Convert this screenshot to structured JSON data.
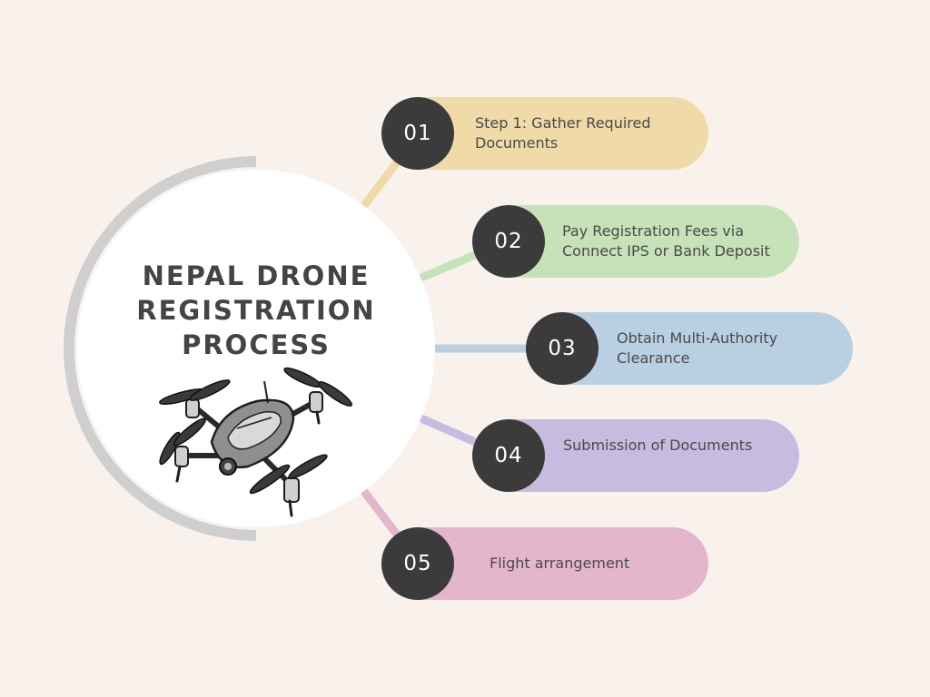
{
  "title_lines": [
    "NEPAL DRONE",
    "REGISTRATION",
    "PROCESS"
  ],
  "colors": {
    "background": "#f9f2ec",
    "badge": "#3c3b3b",
    "arc": "#cfcfcf"
  },
  "steps": [
    {
      "number": "01",
      "text": "Step 1: Gather Required Documents",
      "color": "#efdaa8",
      "line_color": "#efdaa8"
    },
    {
      "number": "02",
      "text": "Pay Registration Fees via Connect IPS or Bank Deposit",
      "color": "#c6e2b9",
      "line_color": "#c6e2b9"
    },
    {
      "number": "03",
      "text": "Obtain Multi-Authority Clearance",
      "color": "#b9cfe2",
      "line_color": "#b9cfe2"
    },
    {
      "number": "04",
      "text": "Submission of Documents",
      "color": "#c6bcdf",
      "line_color": "#c6bcdf"
    },
    {
      "number": "05",
      "text": "Flight arrangement",
      "color": "#e3b6cb",
      "line_color": "#e3b6cb"
    }
  ],
  "icons": {
    "hub_image": "drone-icon"
  }
}
